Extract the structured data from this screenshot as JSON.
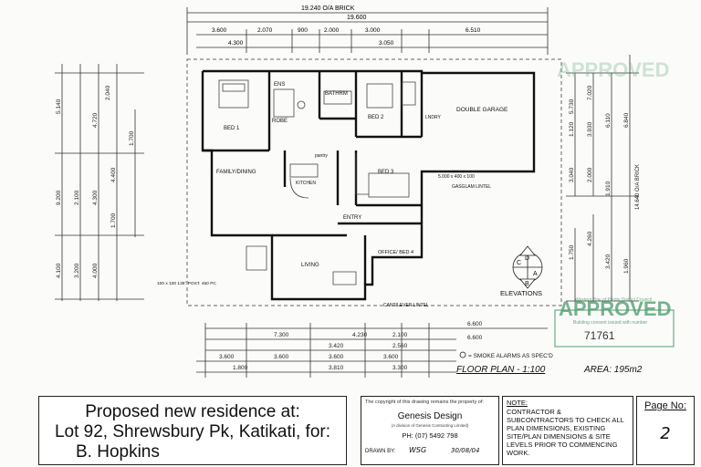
{
  "drawing": {
    "title": "FLOOR PLAN - 1:100",
    "area": "AREA: 195m2",
    "smoke_note": "= SMOKE ALARMS AS SPEC'D",
    "elevations_label": "ELEVATIONS",
    "elevation_letters": [
      "C",
      "D",
      "A",
      "B"
    ],
    "top_dims": [
      "19.240 O/A BRICK",
      "19.600",
      "3.600",
      "2.070",
      "900",
      "2.000",
      "3.000",
      "6.510",
      "4.300",
      "3.050"
    ],
    "bottom_dims": [
      "6.600",
      "7.300",
      "4.230",
      "2.100",
      "3.420",
      "2.560",
      "3.600",
      "3.600",
      "3.600",
      "3.600",
      "3.810",
      "3.300",
      "1.800",
      "6.600"
    ],
    "left_dims": [
      "5.140",
      "9.200",
      "4.100",
      "4.720",
      "2.040",
      "2.100",
      "4.300",
      "4.400",
      "1.700",
      "3.200",
      "1.700",
      "4.000"
    ],
    "right_dims": [
      "5.730",
      "7.020",
      "3.930",
      "1.120",
      "6.110",
      "6.840",
      "3.040",
      "2.000",
      "1.910",
      "4.260",
      "1.750",
      "3.420",
      "1.960",
      "14.640 O/A BRICK"
    ],
    "rooms": {
      "bed1": "BED 1",
      "ens": "ENS",
      "wir": "ROBE",
      "bathrm": "BATHRM",
      "bed2": "BED 2",
      "dbl_garage": "DOUBLE GARAGE",
      "laundry": "LNDRY",
      "family": "FAMILY/DINING",
      "kitchen": "KITCHEN",
      "pantry": "pantry",
      "bed3": "BED 3",
      "entry": "ENTRY",
      "living": "LIVING",
      "office": "OFFICE/ BED 4",
      "garage_door": "5.000 x 400 x 100",
      "gas_lintel": "GASGLAM LINTEL",
      "post_note": "100 x 100 135° POST. 450 PC",
      "cantilever": "CANTILEVER LINTEL"
    }
  },
  "stamp": {
    "approved": "APPROVED",
    "line1": "Western Bay of Plenty District Council",
    "line2": "Building consent issued with number",
    "number": "71761"
  },
  "title_block": {
    "address_line1": "Proposed new residence at:",
    "address_line2": "Lot 92, Shrewsbury Pk, Katikati, for:",
    "address_line3": "B. Hopkins",
    "copyright": "The copyright of this drawing remains the property of:",
    "company": "Genesis Design",
    "company_sub": "(A division of Genesis Contracting Limited)",
    "phone": "PH: (07) 5492 798",
    "drawn_by_label": "DRAWN BY:",
    "drawn_by": "WSG",
    "date": "30/08/04",
    "note_heading": "NOTE:",
    "note_text": "CONTRACTOR & SUBCONTRACTORS TO CHECK ALL PLAN DIMENSIONS, EXISTING SITE/PLAN DIMENSIONS & SITE LEVELS PRIOR TO COMMENCING WORK.",
    "page_label": "Page No:",
    "page_number": "2"
  },
  "colors": {
    "ink": "#222222",
    "stamp": "#4a9a6a",
    "paper": "#fbfbfa"
  }
}
